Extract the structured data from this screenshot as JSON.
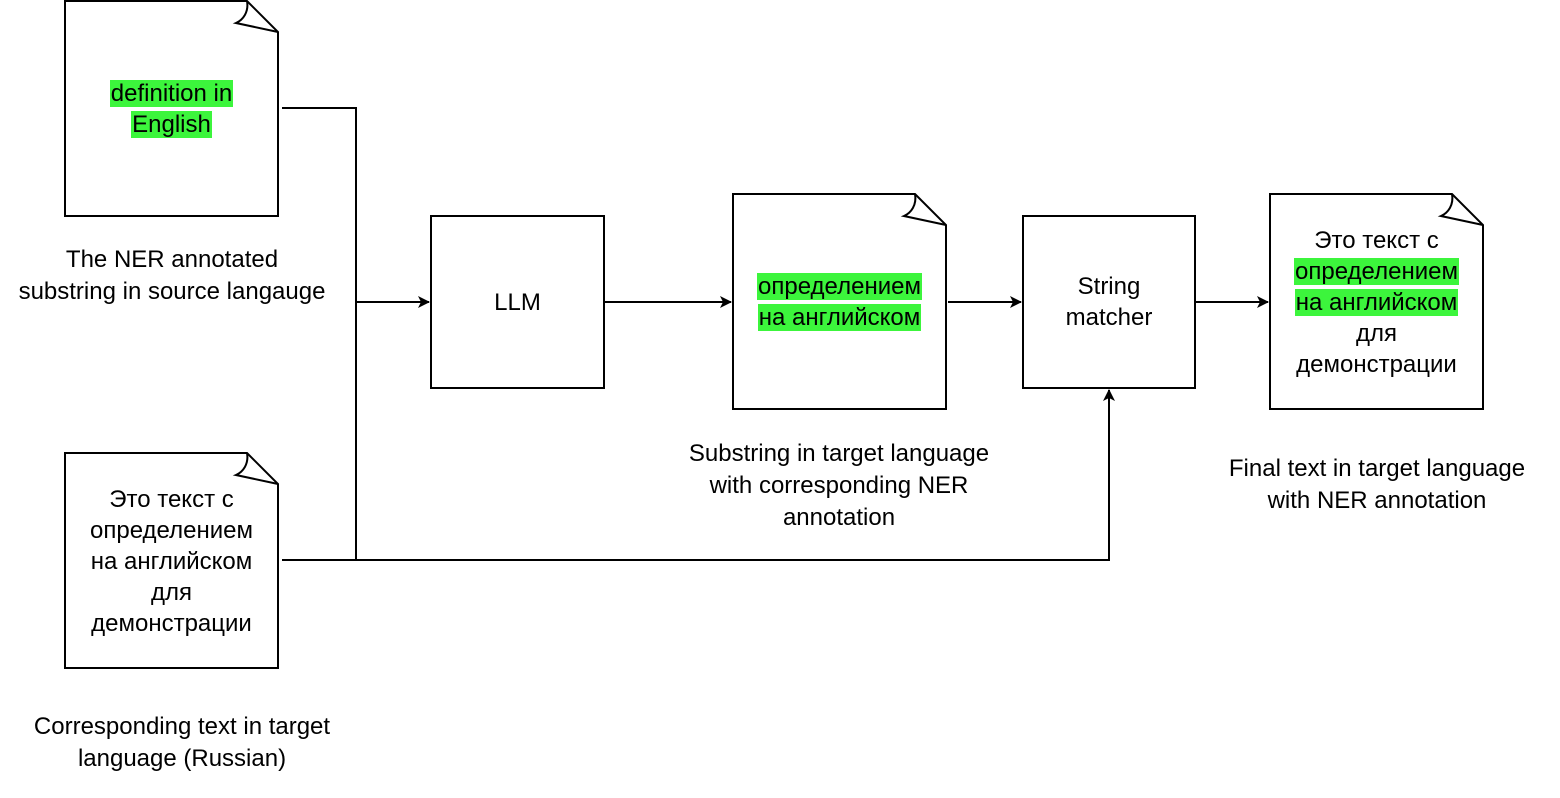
{
  "highlight_color": "#3cf53c",
  "source_doc": {
    "lines": [
      "definition in",
      "English"
    ]
  },
  "source_caption": {
    "lines": [
      "The NER annotated",
      "substring in source langauge"
    ]
  },
  "target_doc": {
    "lines": [
      "Это текст с",
      "определением",
      "на английском",
      "для",
      "демонстрации"
    ]
  },
  "target_caption": {
    "lines": [
      "Corresponding text in target",
      "language (Russian)"
    ]
  },
  "llm": {
    "label": "LLM"
  },
  "llm_output_doc": {
    "lines": [
      "определением",
      "на английском"
    ]
  },
  "llm_output_caption": {
    "lines": [
      "Substring in target language",
      "with corresponding NER",
      "annotation"
    ]
  },
  "matcher": {
    "lines": [
      "String",
      "matcher"
    ]
  },
  "final_doc": {
    "lines": [
      "Это текст с",
      "определением",
      "на английском",
      "для",
      "демонстрации"
    ]
  },
  "final_caption": {
    "lines": [
      "Final text in target language",
      "with NER annotation"
    ]
  }
}
